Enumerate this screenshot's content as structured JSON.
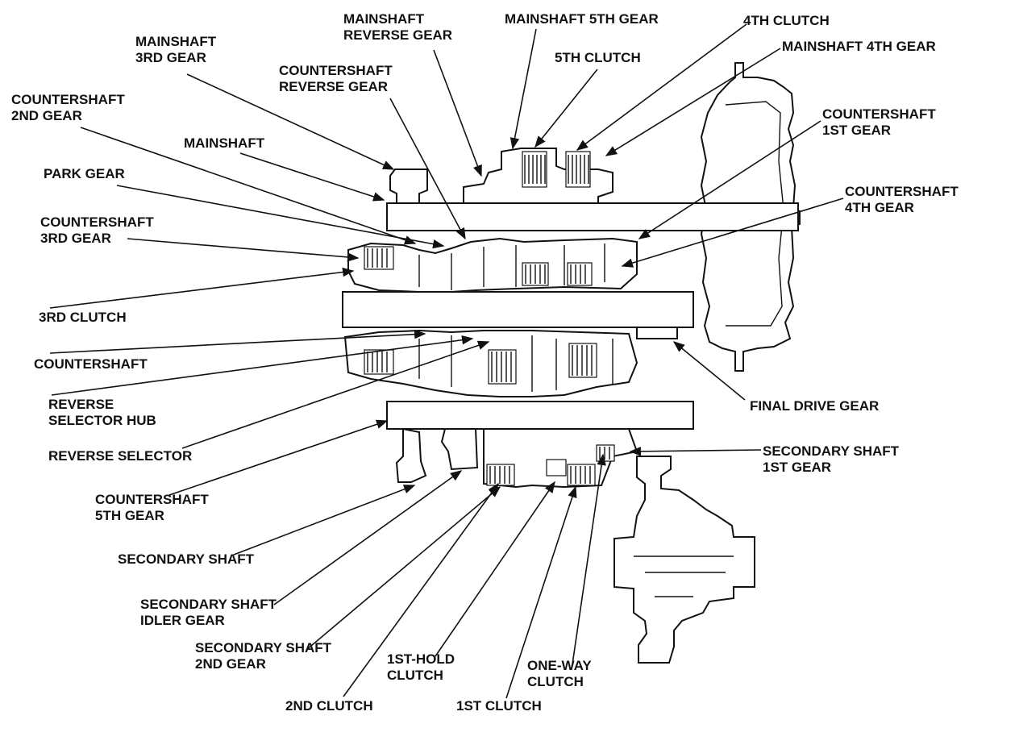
{
  "labels": {
    "mainshaft_3rd_gear": "MAINSHAFT\n3RD GEAR",
    "mainshaft_reverse_gear": "MAINSHAFT\nREVERSE GEAR",
    "mainshaft_5th_gear": "MAINSHAFT 5TH GEAR",
    "fourth_clutch": "4TH CLUTCH",
    "mainshaft_4th_gear": "MAINSHAFT 4TH GEAR",
    "countershaft_reverse_gear": "COUNTERSHAFT\nREVERSE GEAR",
    "fifth_clutch": "5TH CLUTCH",
    "countershaft_2nd_gear": "COUNTERSHAFT\n2ND GEAR",
    "countershaft_1st_gear": "COUNTERSHAFT\n1ST GEAR",
    "mainshaft": "MAINSHAFT",
    "park_gear": "PARK GEAR",
    "countershaft_4th_gear": "COUNTERSHAFT\n4TH GEAR",
    "countershaft_3rd_gear": "COUNTERSHAFT\n3RD GEAR",
    "third_clutch": "3RD CLUTCH",
    "countershaft": "COUNTERSHAFT",
    "reverse_selector_hub": "REVERSE\nSELECTOR HUB",
    "final_drive_gear": "FINAL DRIVE GEAR",
    "reverse_selector": "REVERSE SELECTOR",
    "secondary_shaft_1st_gear": "SECONDARY SHAFT\n1ST GEAR",
    "countershaft_5th_gear": "COUNTERSHAFT\n5TH GEAR",
    "secondary_shaft": "SECONDARY SHAFT",
    "secondary_shaft_idler_gear": "SECONDARY SHAFT\nIDLER GEAR",
    "secondary_shaft_2nd_gear": "SECONDARY SHAFT\n2ND GEAR",
    "first_hold_clutch": "1ST-HOLD\nCLUTCH",
    "one_way_clutch": "ONE-WAY\nCLUTCH",
    "second_clutch": "2ND CLUTCH",
    "first_clutch": "1ST CLUTCH"
  }
}
